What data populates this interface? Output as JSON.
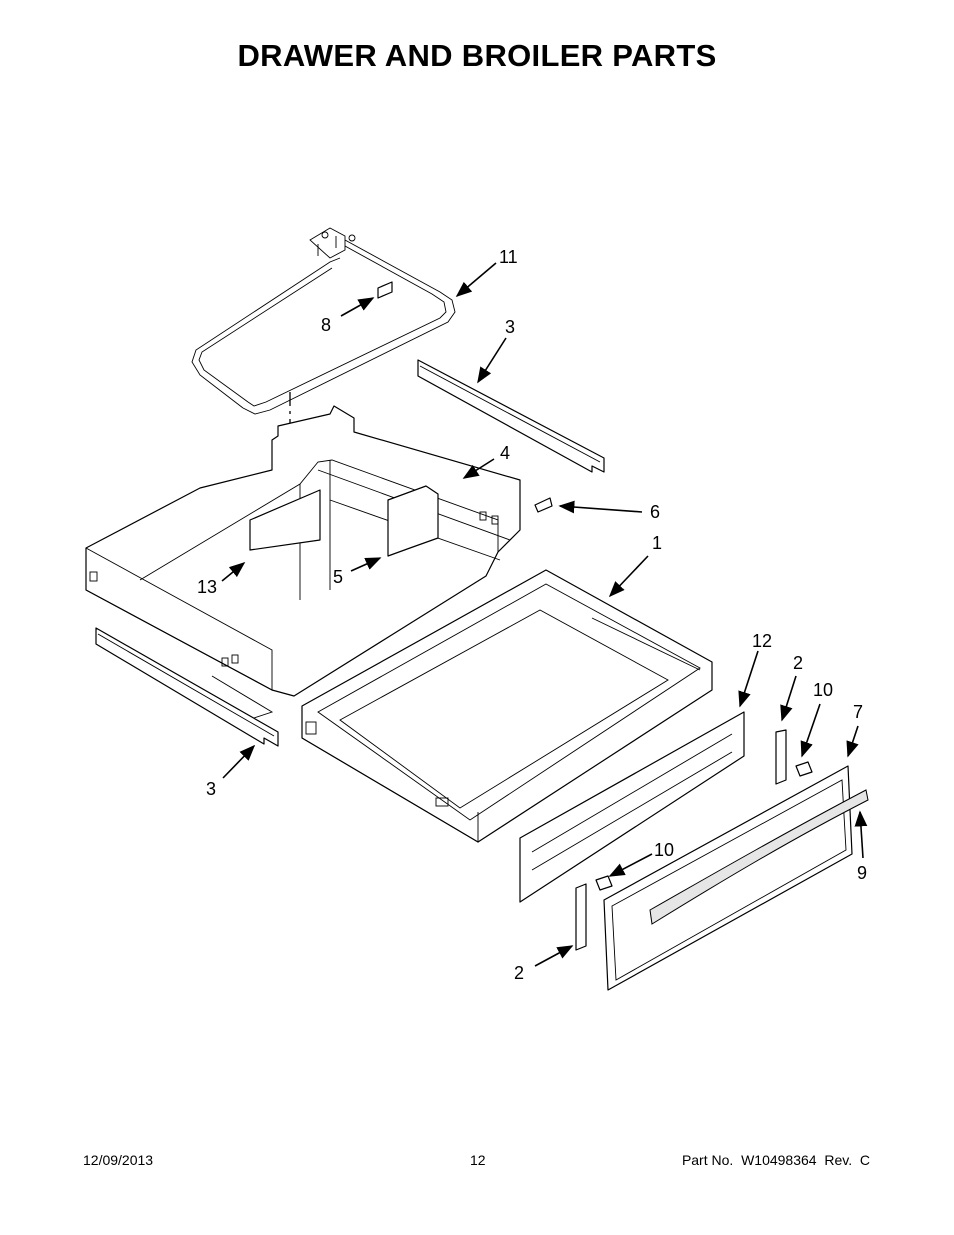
{
  "title": "DRAWER AND BROILER PARTS",
  "callouts": [
    "11",
    "8",
    "3",
    "4",
    "6",
    "1",
    "13",
    "5",
    "12",
    "2",
    "10",
    "7",
    "3",
    "9",
    "10",
    "2"
  ],
  "footer": {
    "date": "12/09/2013",
    "page": "12",
    "part_no": "Part No.  W10498364  Rev.  C"
  }
}
